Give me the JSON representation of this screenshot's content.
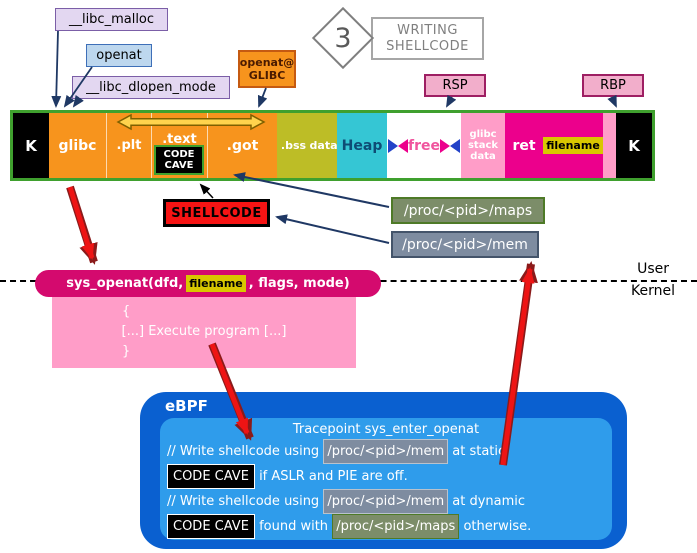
{
  "colors": {
    "segment_orange": "#F7941D",
    "magenta": "#EC008C",
    "pink": "#FF9DC8",
    "heap_cyan": "#35C6D4",
    "olive": "#BDBD26",
    "arrow_red": "#EE1414",
    "arrow_navy": "#1F3864",
    "bar_border_green": "#3FA02E",
    "ebpf_blue": "#0A60D0",
    "ebpf_inner_blue": "#2F9CEB",
    "proc_mem_gray": "#7E8CA0",
    "proc_maps_green": "#7C8D69",
    "filename_yellow": "#D9C700"
  },
  "callouts": {
    "libc_malloc": "__libc_malloc",
    "openat": "openat",
    "libc_dlopen_mode": "__libc_dlopen_mode",
    "openat_glibc_line1": "openat@",
    "openat_glibc_line2": "GLIBC",
    "rsp": "RSP",
    "rbp": "RBP"
  },
  "step": {
    "number": "3",
    "line1": "WRITING",
    "line2": "SHELLCODE"
  },
  "memory_bar": {
    "k_left": "K",
    "glibc": "glibc",
    "plt": ".plt",
    "text": ".text",
    "code_cave_line1": "CODE",
    "code_cave_line2": "CAVE",
    "got": ".got",
    "bss": ".bss",
    "data": "data",
    "heap": "Heap",
    "free": "free",
    "glibc_stack_line1": "glibc",
    "glibc_stack_line2": "stack",
    "glibc_stack_line3": "data",
    "ret": "ret",
    "filename": "filename",
    "k_right": "K"
  },
  "labels": {
    "shellcode": "SHELLCODE",
    "proc_maps": "/proc/<pid>/maps",
    "proc_mem": "/proc/<pid>/mem",
    "user": "User",
    "kernel": "Kernel"
  },
  "syscall": {
    "prefix": "sys_openat(dfd,",
    "filename": "filename",
    "suffix": ", flags, mode)"
  },
  "execute_block": {
    "open_brace": "{",
    "body": "[...] Execute program [...]",
    "close_brace": "}"
  },
  "ebpf": {
    "title": "eBPF",
    "tracepoint": "Tracepoint sys_enter_openat",
    "line1_a": "// Write shellcode using",
    "line1_mem": "/proc/<pid>/mem",
    "line1_b": "at static",
    "line2_cave": "CODE CAVE",
    "line2_a": "if ASLR and PIE are off.",
    "line3_a": "// Write shellcode using",
    "line3_mem": "/proc/<pid>/mem",
    "line3_b": "at dynamic",
    "line4_cave": "CODE CAVE",
    "line4_a": "found with",
    "line4_maps": "/proc/<pid>/maps",
    "line4_b": "otherwise."
  }
}
